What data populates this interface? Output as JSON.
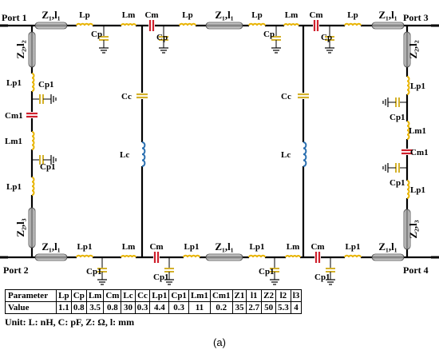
{
  "ports": {
    "p1": "Port 1",
    "p2": "Port 2",
    "p3": "Port 3",
    "p4": "Port 4"
  },
  "labels": {
    "Z1l1": "Z₁,l₁",
    "Z2l2": "Z₂,l₂",
    "Z2l3": "Z₂,l₃",
    "Lp": "Lp",
    "Cp": "Cp",
    "Lm": "Lm",
    "Cm": "Cm",
    "Cc": "Cc",
    "Lc": "Lc",
    "Lp1": "Lp1",
    "Cp1": "Cp1",
    "Lm1": "Lm1",
    "Cm1": "Cm1"
  },
  "table": {
    "headers": [
      "Parameter",
      "Lp",
      "Cp",
      "Lm",
      "Cm",
      "Lc",
      "Cc",
      "Lp1",
      "Cp1",
      "Lm1",
      "Cm1",
      "Z1",
      "l1",
      "Z2",
      "l2",
      "l3"
    ],
    "values": [
      "Value",
      "1.1",
      "0.8",
      "3.5",
      "0.8",
      "30",
      "0.3",
      "4.4",
      "0.3",
      "11",
      "0.2",
      "35",
      "2.7",
      "50",
      "5.3",
      "4"
    ]
  },
  "units": "Unit: L: nH, C: pF, Z: Ω, l: mm",
  "caption": "(a)",
  "colors": {
    "inductor": "#e8b400",
    "capacitor_shunt": "#d4b12a",
    "capacitor_series": "#d0202c",
    "tline": "#555555",
    "lc_inductor": "#2a6fb0"
  }
}
